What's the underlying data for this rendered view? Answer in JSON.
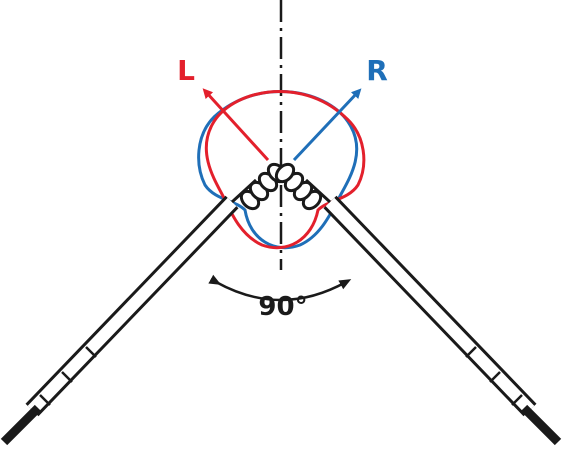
{
  "labels": {
    "left": "L",
    "right": "R",
    "angle": "90°"
  },
  "colors": {
    "left": "#e3202c",
    "right": "#1f6fb8",
    "line": "#1a1a1a"
  },
  "icons": [
    "microphone-left-icon",
    "microphone-right-icon",
    "polar-pattern-icon",
    "angle-arc-icon"
  ]
}
